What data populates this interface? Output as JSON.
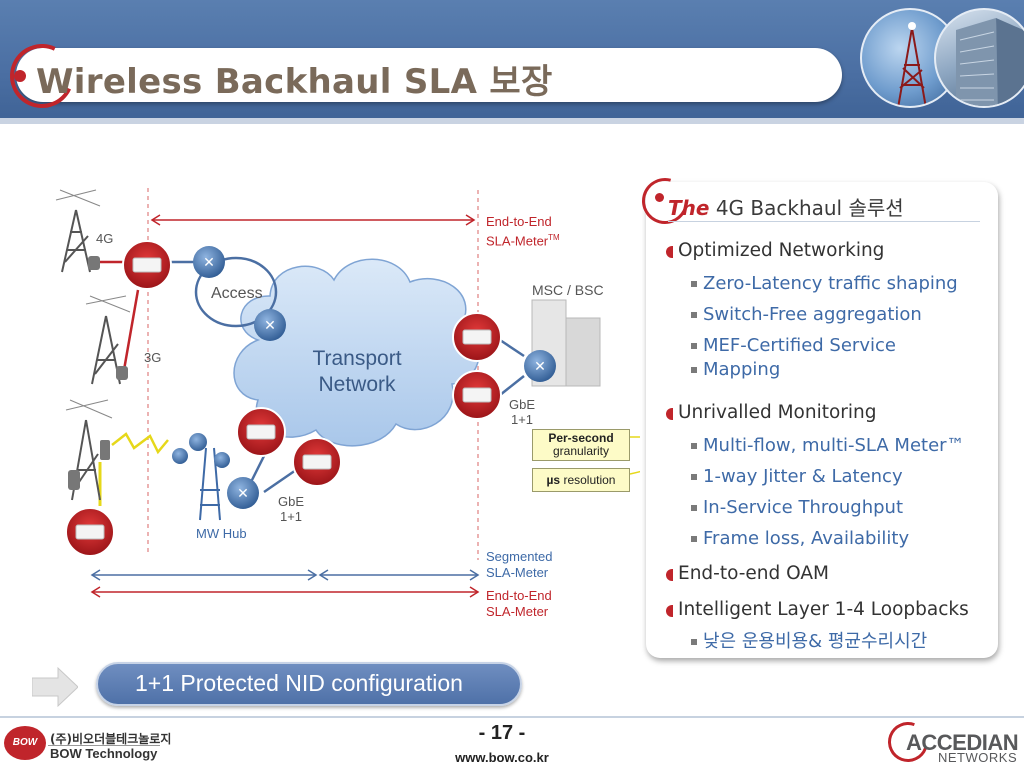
{
  "header": {
    "title": "Wireless Backhaul SLA 보장"
  },
  "diagram": {
    "site_labels": {
      "g4": "4G",
      "g3": "3G"
    },
    "access_label": "Access",
    "cloud_line1": "Transport",
    "cloud_line2": "Network",
    "msc_label": "MSC / BSC",
    "gbe_right": {
      "line1": "GbE",
      "line2": "1+1"
    },
    "gbe_hub": {
      "line1": "GbE",
      "line2": "1+1"
    },
    "mw_hub": "MW Hub",
    "e2e_top": {
      "line1": "End-to-End",
      "line2": "SLA-Meter",
      "tm": "TM"
    },
    "segmented": {
      "line1": "Segmented",
      "line2": "SLA-Meter"
    },
    "e2e_bottom": {
      "line1": "End-to-End",
      "line2": "SLA-Meter"
    },
    "callout_per_second": {
      "bold": "Per-second",
      "normal": "granularity"
    },
    "callout_us": {
      "bold": "µs",
      "normal": " resolution"
    }
  },
  "panel": {
    "the": "The",
    "heading": "4G Backhaul 솔루션",
    "sections": [
      {
        "label": "Optimized Networking",
        "items": [
          "Zero-Latency traffic shaping",
          "Switch-Free aggregation",
          "MEF-Certified Service",
          "Mapping"
        ]
      },
      {
        "label": "Unrivalled Monitoring",
        "items": [
          "Multi-flow, multi-SLA Meter™",
          "1-way Jitter & Latency",
          "In-Service Throughput",
          "Frame loss, Availability"
        ]
      },
      {
        "label": "End-to-end OAM",
        "items": []
      },
      {
        "label": "Intelligent Layer 1-4 Loopbacks",
        "items": [
          "낮은 운용비용& 평균수리시간"
        ]
      }
    ]
  },
  "bottom": {
    "nid_text": "1+1 Protected NID configuration",
    "page_number": "- 17 -",
    "url": "www.bow.co.kr",
    "bow_badge": "BOW",
    "bow_korean": "(주)비오더블테크놀로지",
    "bow_english": "BOW Technology",
    "accedian_name": "ACCEDIAN",
    "accedian_sub": "NETWORKS"
  },
  "colors": {
    "header_blue": "#4b6fa3",
    "accent_red": "#c0252b",
    "link_blue": "#3e6aa7",
    "cloud_blue": "#bcd4f0"
  }
}
